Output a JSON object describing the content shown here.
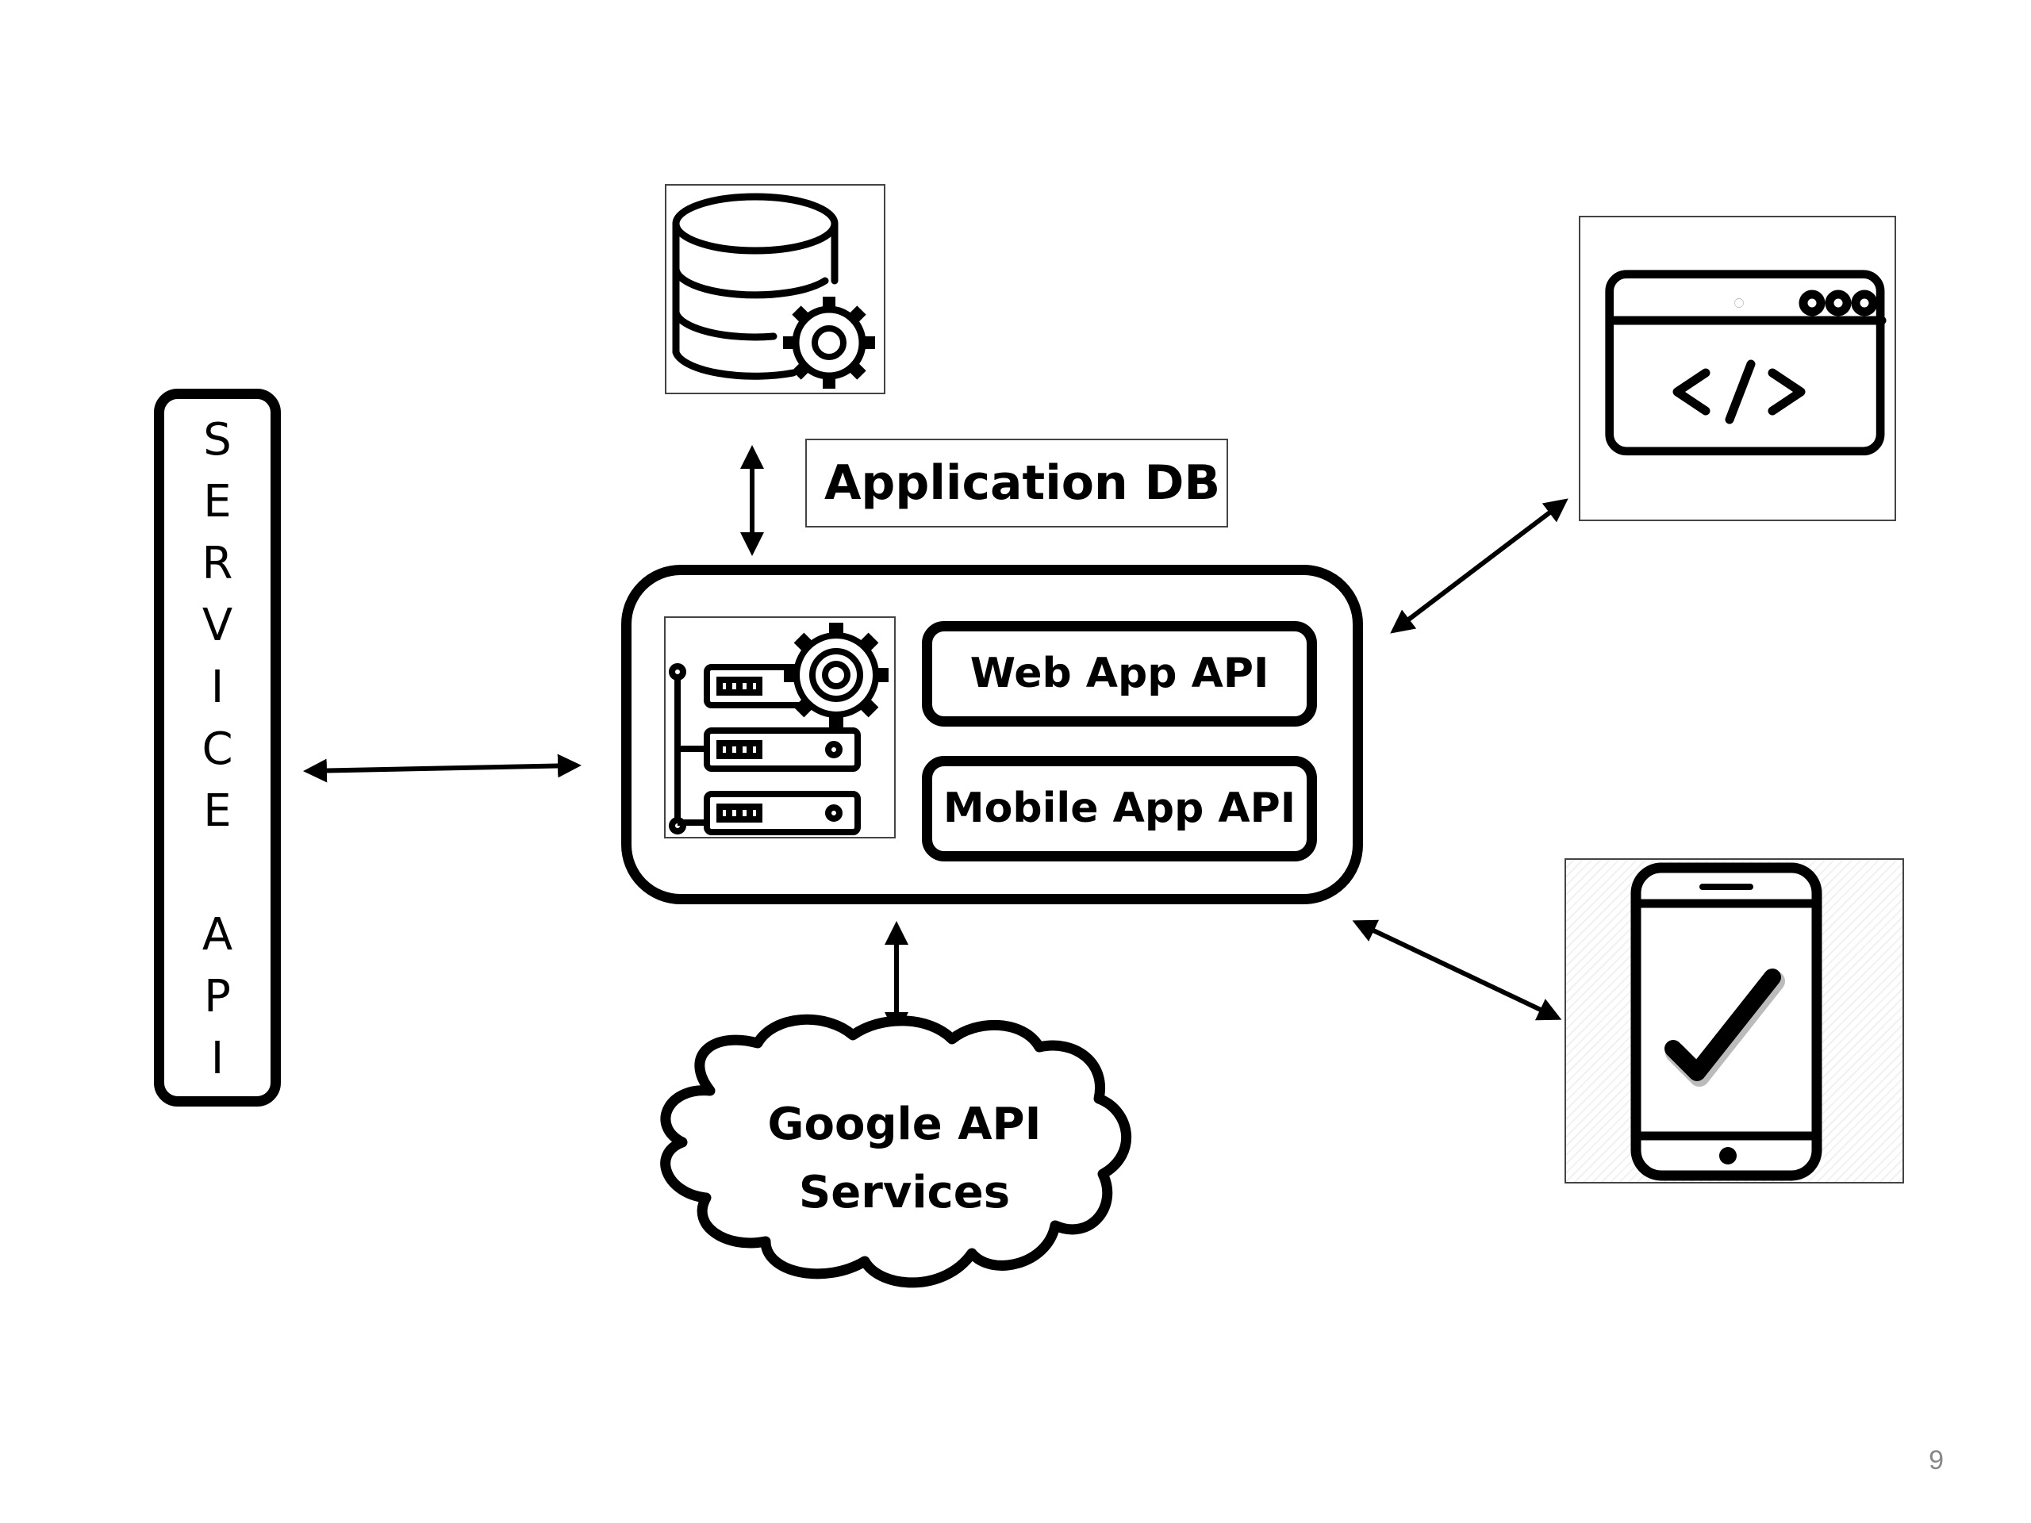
{
  "service_api": {
    "letters": [
      "S",
      "E",
      "R",
      "V",
      "I",
      "C",
      "E",
      "",
      "A",
      "P",
      "I"
    ]
  },
  "database": {
    "label": "Application DB",
    "icon": "database-gear-icon"
  },
  "server": {
    "icon": "server-gear-icon",
    "web_api_label": "Web App API",
    "mobile_api_label": "Mobile App API"
  },
  "cloud": {
    "label_line1": "Google API",
    "label_line2": "Services"
  },
  "web_client": {
    "icon": "browser-code-icon"
  },
  "mobile_client": {
    "icon": "smartphone-check-icon"
  },
  "page_number": "9"
}
